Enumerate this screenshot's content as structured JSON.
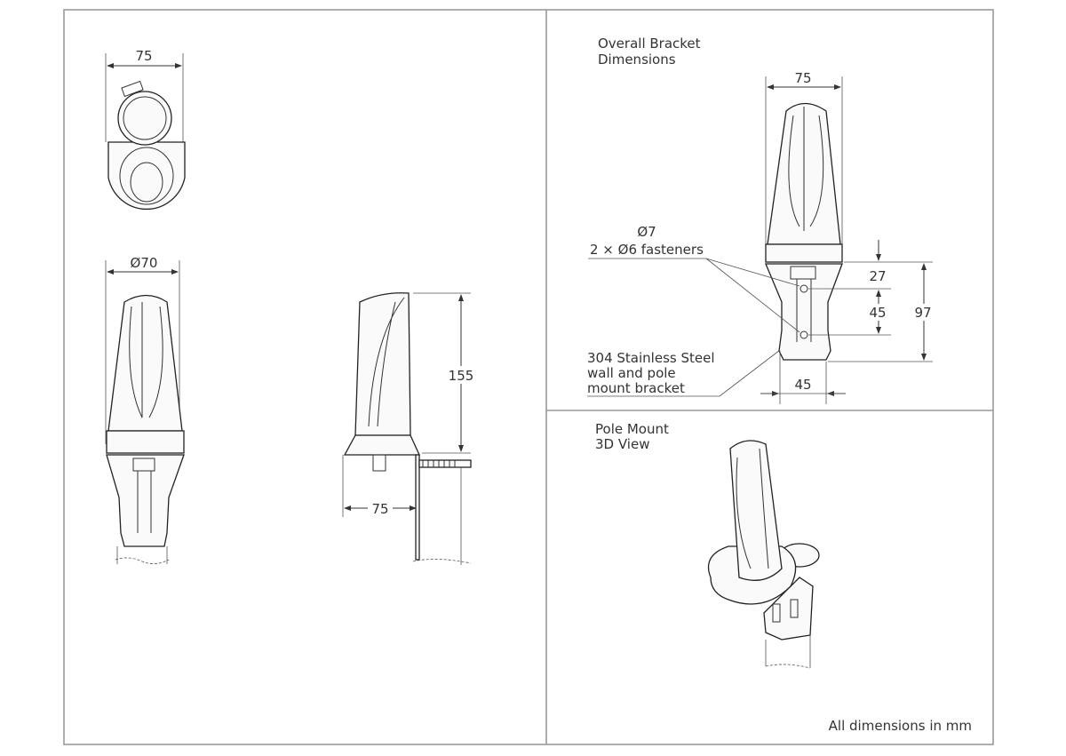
{
  "top_view": {
    "width_dim": "75"
  },
  "front_view": {
    "diameter_dim": "Ø70"
  },
  "side_view": {
    "height_dim": "155",
    "depth_dim": "75"
  },
  "bracket_view": {
    "title_line1": "Overall Bracket",
    "title_line2": "Dimensions",
    "width_dim": "75",
    "hole_label_line1": "Ø7",
    "hole_label_line2": "2 × Ø6 fasteners",
    "dim_27": "27",
    "dim_45_vertical": "45",
    "dim_97": "97",
    "dim_45_horizontal": "45",
    "material_line1": "304 Stainless Steel",
    "material_line2": "wall and pole",
    "material_line3": "mount bracket"
  },
  "pole_mount_view": {
    "title_line1": "Pole Mount",
    "title_line2": "3D View"
  },
  "note": "All dimensions in mm"
}
